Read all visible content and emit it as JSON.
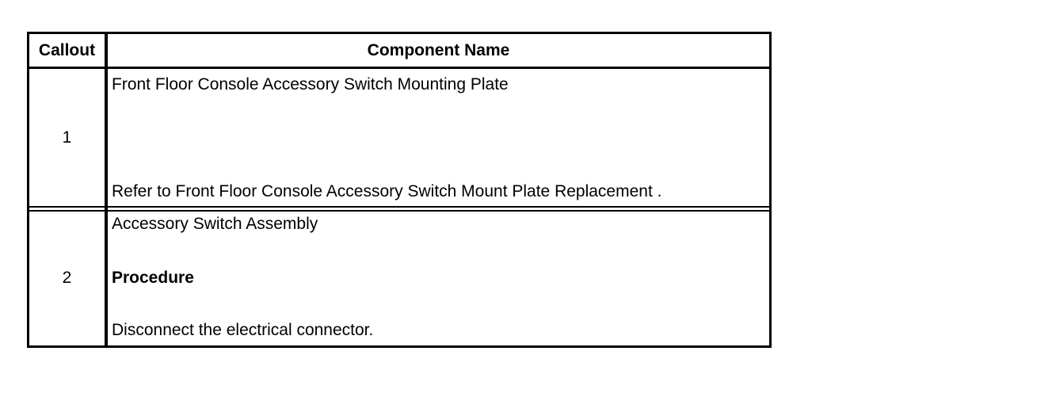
{
  "table": {
    "headers": {
      "callout": "Callout",
      "component_name": "Component Name"
    },
    "rows": [
      {
        "callout": "1",
        "name": "Front Floor Console Accessory Switch Mounting Plate",
        "note": "Refer to Front Floor Console Accessory Switch Mount Plate Replacement ."
      },
      {
        "callout": "2",
        "name": "Accessory Switch Assembly",
        "procedure_heading": "Procedure",
        "procedure_step": "Disconnect the electrical connector."
      }
    ]
  }
}
